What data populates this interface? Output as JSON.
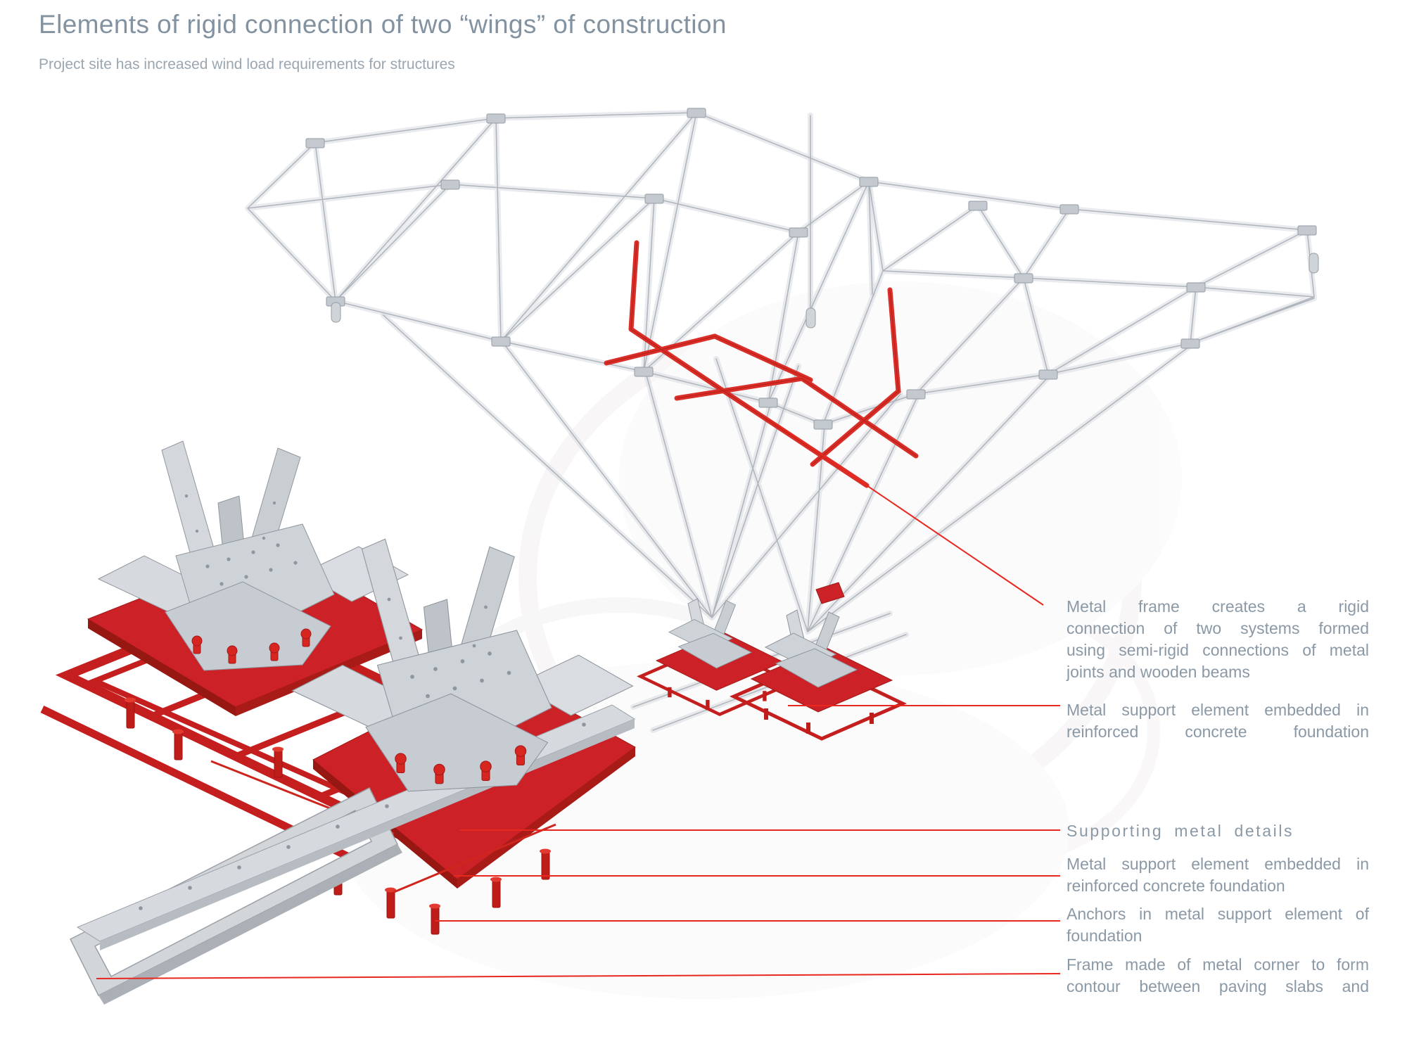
{
  "page": {
    "title": "Elements of rigid connection of two “wings” of construction",
    "subtitle": "Project site has increased wind load requirements for structures"
  },
  "colors": {
    "accent_red": "#d8241d",
    "leader_red": "#e8281f",
    "text_gray_blue": "#8b99a6",
    "structure_gray": "#d9dde1",
    "edge_gray": "#a3aab1"
  },
  "illustration": {
    "main_view": "3D truss structure of two wings with red rigid-connection frame and red foundation supports",
    "detail_view": "Enlarged metal support elements on red foundation frame with anchors and metal corner contour frame"
  },
  "annotations": {
    "metal_frame": {
      "text": "Metal frame creates a rigid connection of two systems formed using semi-rigid connections of metal joints and wooden beams",
      "lines": [
        "Metal frame creates a rigid",
        "connection of two systems formed",
        "using semi-rigid connections of metal",
        "joints and wooden beams"
      ]
    },
    "support_embedded_top": {
      "text": "Metal support element embedded in reinforced concrete foundation",
      "lines": [
        "Metal support element embedded in",
        "reinforced concrete foundation"
      ]
    },
    "supporting_details": {
      "text": "Supporting metal details",
      "lines": [
        "Supporting metal details"
      ]
    },
    "support_embedded_bottom": {
      "text": "Metal support element embedded in reinforced concrete foundation",
      "lines": [
        "Metal support element embedded in",
        "reinforced concrete foundation"
      ]
    },
    "anchors": {
      "text": "Anchors in metal support element of foundation",
      "lines": [
        "Anchors in metal support element of",
        "foundation"
      ]
    },
    "frame_corner": {
      "text": "Frame made of metal corner to form contour between paving slabs and",
      "lines": [
        "Frame made of metal corner to form",
        "contour between paving slabs and"
      ]
    }
  }
}
